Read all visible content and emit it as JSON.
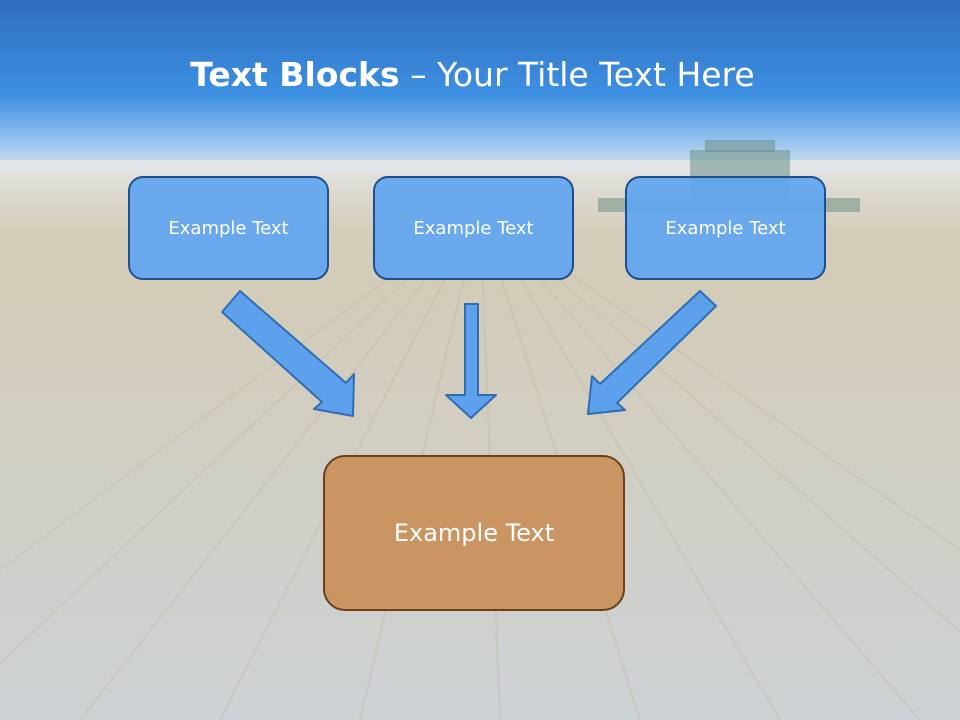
{
  "slide": {
    "title_bold": "Text Blocks",
    "title_dash": " – ",
    "title_rest": "Your Title Text Here",
    "boxes": [
      {
        "label": "Example Text"
      },
      {
        "label": "Example Text"
      },
      {
        "label": "Example Text"
      }
    ],
    "result_box": {
      "label": "Example Text"
    },
    "colors": {
      "sky_top": "#2d6fbf",
      "sky_band": "#3b8fe3",
      "box_fill": "#5fa5f0",
      "box_border": "#1c4f8c",
      "arrow_fill": "#5da0ec",
      "arrow_stroke": "#2f6db3",
      "result_fill": "#cb9563",
      "result_border": "#6b4019",
      "field": "#d9d3c2"
    }
  }
}
